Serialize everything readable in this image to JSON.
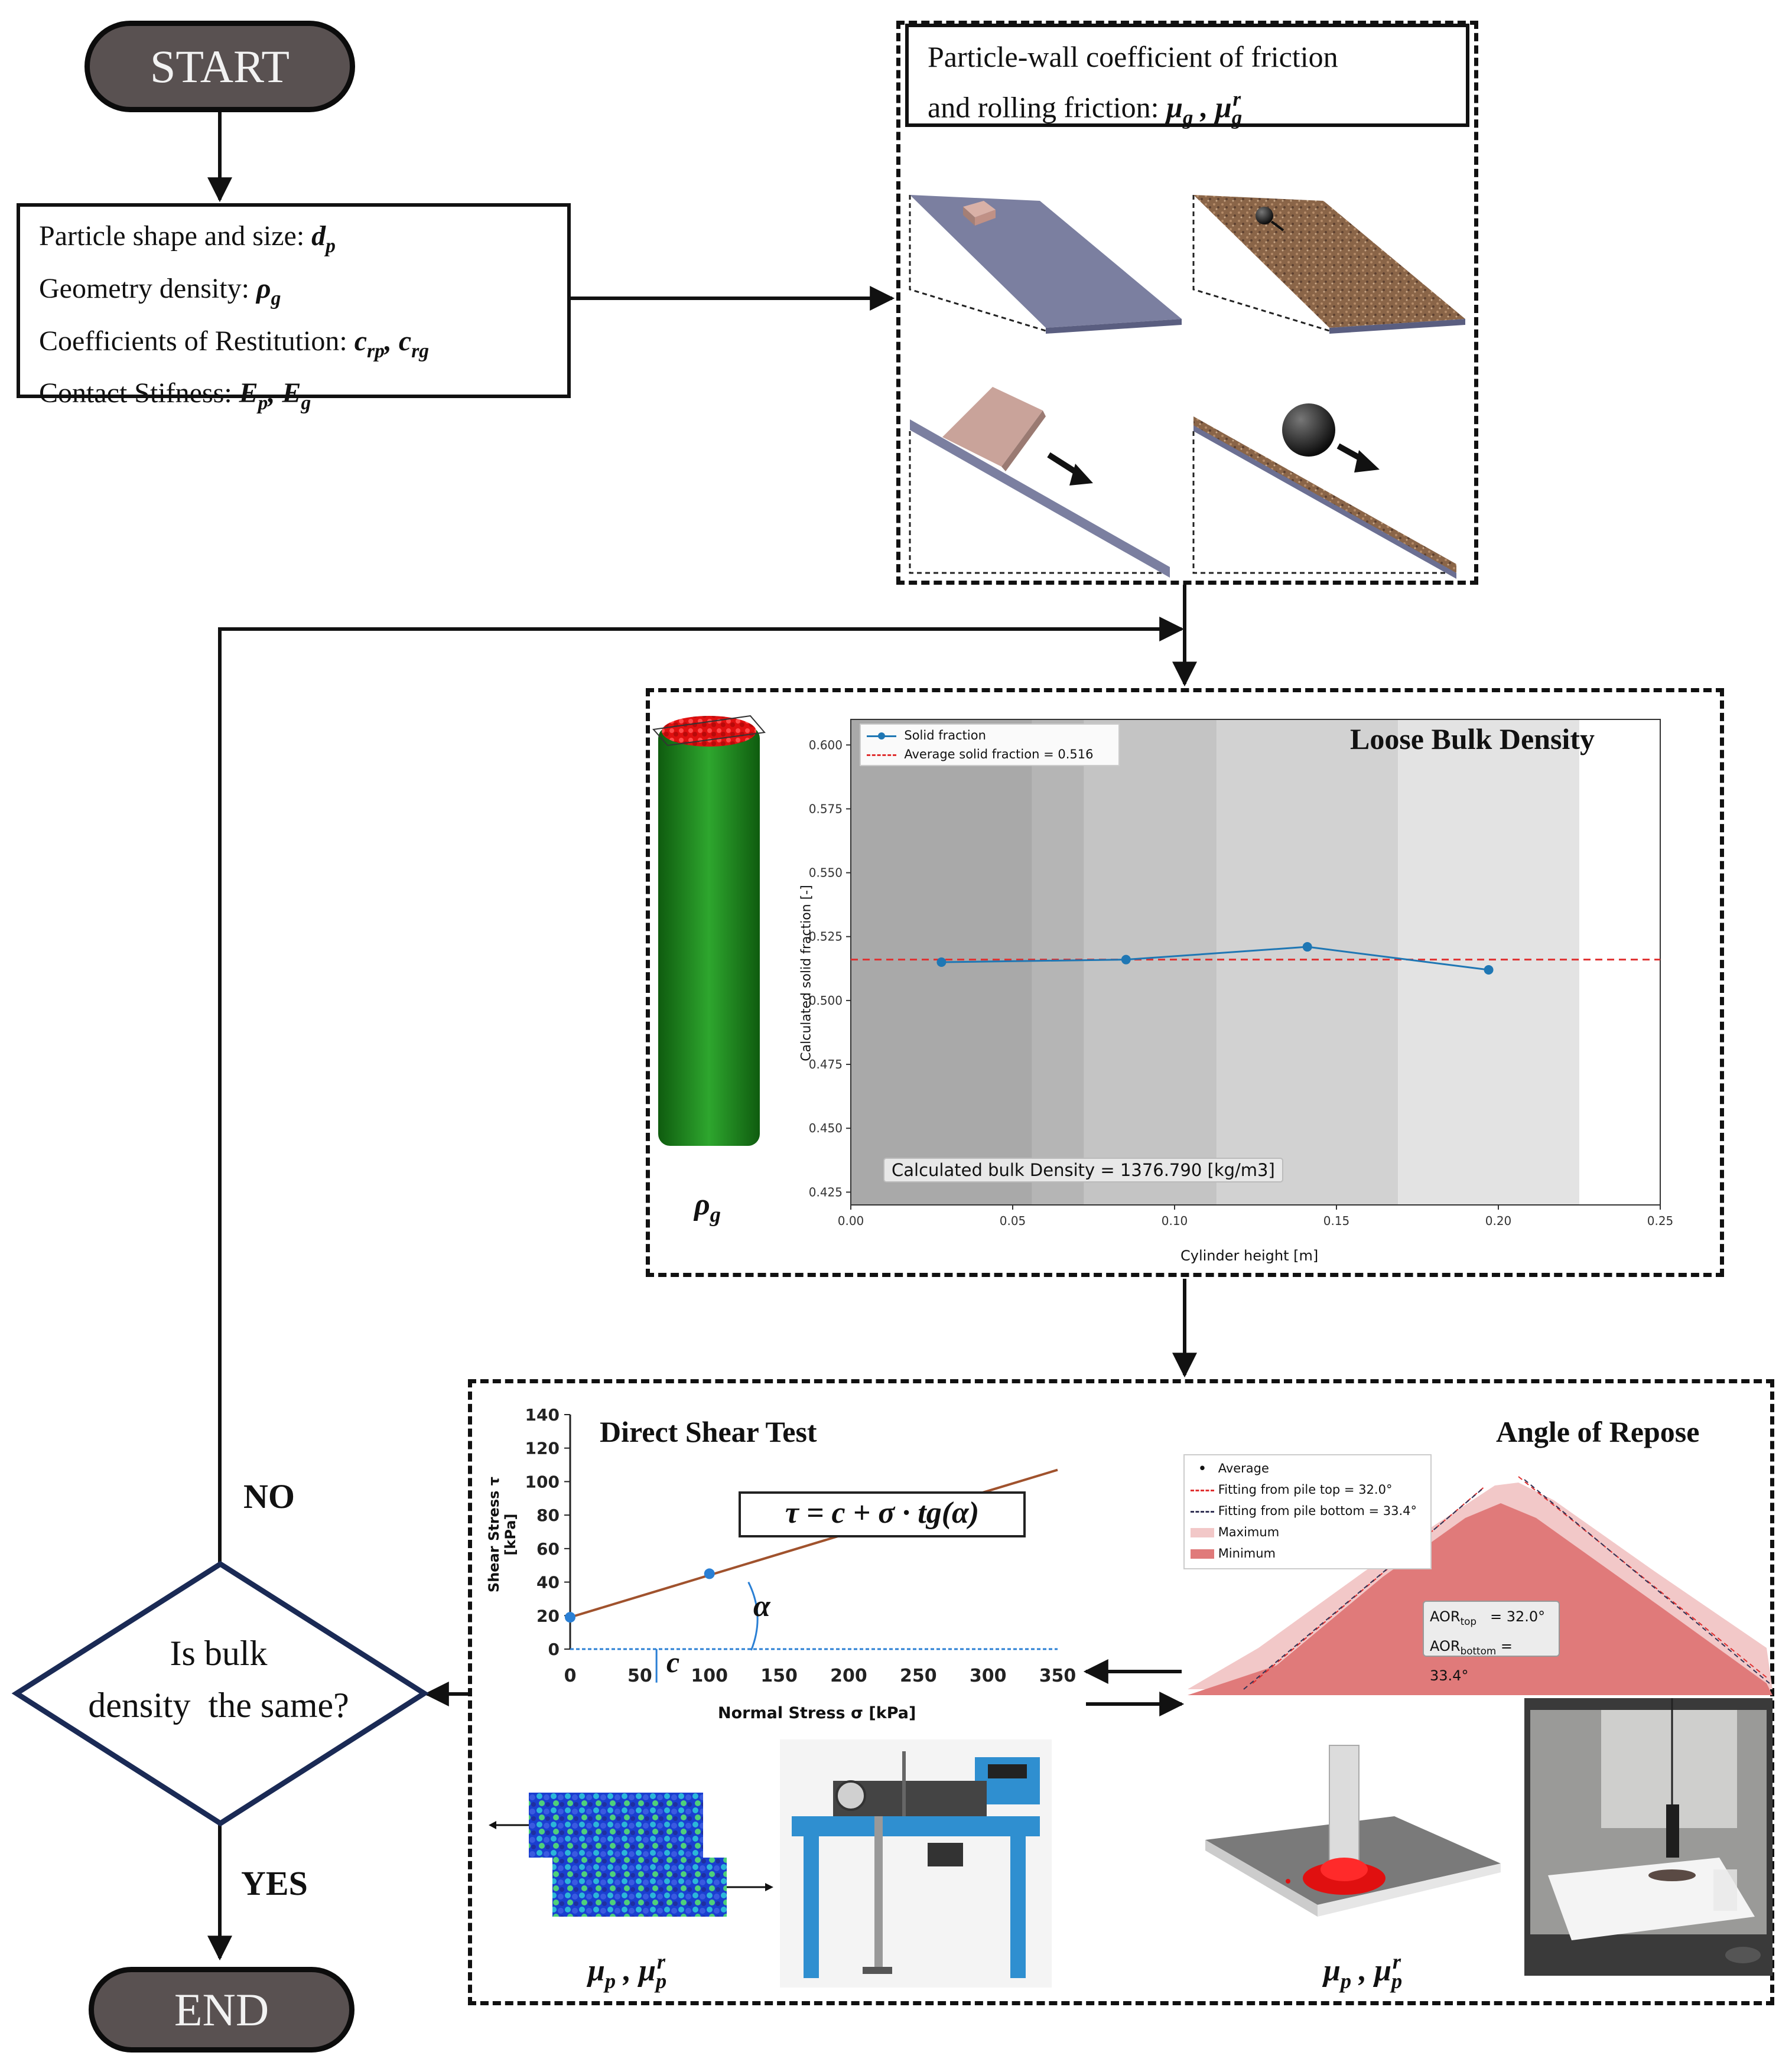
{
  "flow": {
    "start_label": "START",
    "end_label": "END",
    "decision_text_line1": "Is bulk",
    "decision_text_line2": "density  the same?",
    "no_label": "NO",
    "yes_label": "YES"
  },
  "params_box": {
    "line1": "Particle shape and size: ",
    "line1_sym": "d",
    "line1_sub": "p",
    "line2": "Geometry density: ",
    "line2_sym": "ρ",
    "line2_sub": "g",
    "line3": "Coefficients of Restitution: ",
    "line3_sym1": "c",
    "line3_sub1": "rp",
    "line3_sym2": "c",
    "line3_sub2": "rg",
    "line4": "Contact Stifness: ",
    "line4_sym1": "E",
    "line4_sub1": "p",
    "line4_sym2": "E",
    "line4_sub2": "g"
  },
  "friction_box": {
    "title_line1": "Particle-wall coefficient of friction",
    "title_line2": "and rolling friction: ",
    "sym": "μ",
    "sub": "g",
    "sup": "r",
    "colors": {
      "plate": "#7b7fa0",
      "gravel": "#8a6548",
      "block": "#c9a39a",
      "ball": "#1a1a1a"
    }
  },
  "bulk_density": {
    "title": "Loose Bulk Density",
    "cylinder_label_sym": "ρ",
    "cylinder_label_sub": "g",
    "annotation": "Calculated bulk Density = 1376.790 [kg/m3]",
    "colors": {
      "cylinder": "#1f8a1f",
      "particles": "#e01010"
    }
  },
  "chart_data": [
    {
      "type": "line",
      "title": "Loose Bulk Density",
      "xlabel": "Cylinder height [m]",
      "ylabel": "Calculated solid fraction [-]",
      "xlim": [
        0.0,
        0.25
      ],
      "ylim": [
        0.42,
        0.61
      ],
      "xticks": [
        "0.00",
        "0.05",
        "0.10",
        "0.15",
        "0.20",
        "0.25"
      ],
      "yticks": [
        "0.425",
        "0.450",
        "0.475",
        "0.500",
        "0.525",
        "0.550",
        "0.575",
        "0.600"
      ],
      "series": [
        {
          "name": "Solid fraction",
          "x": [
            0.028,
            0.085,
            0.141,
            0.197
          ],
          "y": [
            0.515,
            0.516,
            0.521,
            0.512
          ],
          "color": "#1f77b4"
        },
        {
          "name": "Average solid fraction = 0.516",
          "x": [
            0.0,
            0.25
          ],
          "y": [
            0.516,
            0.516
          ],
          "color": "#e03030",
          "style": "dashed"
        }
      ],
      "legend_position": "top-left"
    },
    {
      "type": "line",
      "title": "Direct Shear Test",
      "xlabel": "Normal Stress σ [kPa]",
      "ylabel": "Shear Stress τ [kPa]",
      "xlim": [
        0,
        350
      ],
      "ylim": [
        0,
        140
      ],
      "xticks": [
        "0",
        "50",
        "100",
        "150",
        "200",
        "250",
        "300",
        "350"
      ],
      "yticks": [
        "0",
        "20",
        "40",
        "60",
        "80",
        "100",
        "120",
        "140"
      ],
      "series": [
        {
          "name": "",
          "x": [
            0,
            350
          ],
          "y": [
            19,
            107
          ],
          "color": "#a0522d"
        },
        {
          "name": "",
          "x": [
            0,
            100
          ],
          "y": [
            19,
            45
          ],
          "color": "#2a7fd4",
          "style": "points"
        }
      ],
      "equation": "τ = c + σ · tg(α)",
      "alpha_label": "α",
      "c_label": "c"
    },
    {
      "type": "area",
      "title": "Angle of Repose",
      "legend": [
        "Average",
        "Fitting from pile top = 32.0°",
        "Fitting from pile bottom = 33.4°",
        "Maximum",
        "Minimum"
      ],
      "aor_top_label": "AOR",
      "aor_top_sub": "top",
      "aor_top_value": "= 32.0°",
      "aor_bottom_label": "AOR",
      "aor_bottom_sub": "bottom",
      "aor_bottom_value": "= 33.4°",
      "colors": {
        "maximum": "#f2c8c8",
        "minimum": "#e07a7a",
        "top_fit": "#e03030",
        "bottom_fit": "#333355"
      }
    }
  ],
  "calibration_box": {
    "left_label_sym": "μ",
    "left_label_sub": "p",
    "left_label_sup": "r",
    "right_label_sym": "μ",
    "right_label_sub": "p",
    "right_label_sup": "r",
    "colors": {
      "shear_frame": "#2f8fd0",
      "repose_pile": "#e01010",
      "tray": "#7a7a7a"
    }
  }
}
